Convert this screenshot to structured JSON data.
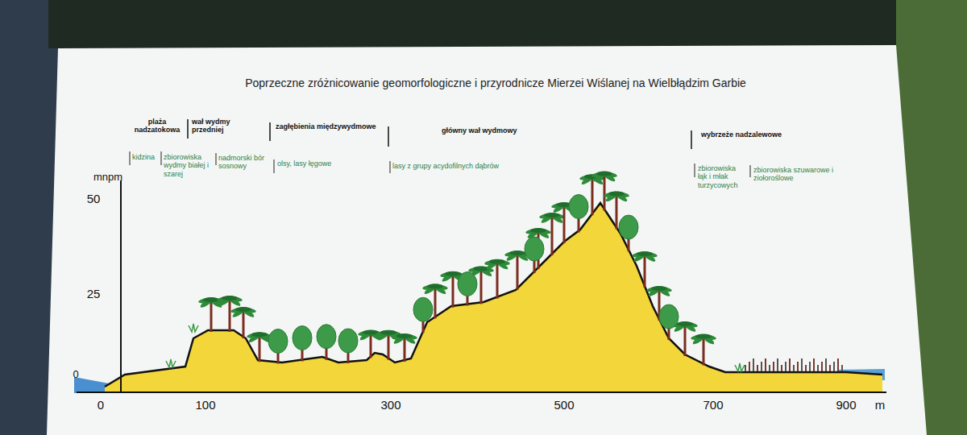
{
  "diagram": {
    "title": "Poprzeczne zróżnicowanie geomorfologiczne i przyrodnicze Mierzei Wiślanej na Wielbłądzim Garbie",
    "labels": [
      "plaża nadzatokowa",
      "wał wydmy przedniej",
      "zagłębienia międzywydmowe",
      "główny wał wydmowy",
      "wybrzeże nadzalewowe",
      "kidzina",
      "zbiorowiska wydmy białej i szarej",
      "nadmorski bór sosnowy",
      "olsy, lasy łęgowe",
      "lasy z grupy acydofilnych dąbrów",
      "zbiorowiska łąk i młak turzycowych",
      "zbiorowiska szuwarowe i ziołoroślowe",
      "mnpm",
      "50",
      "25",
      "0",
      "0",
      "100",
      "300",
      "500",
      "700",
      "900",
      "m"
    ]
  }
}
